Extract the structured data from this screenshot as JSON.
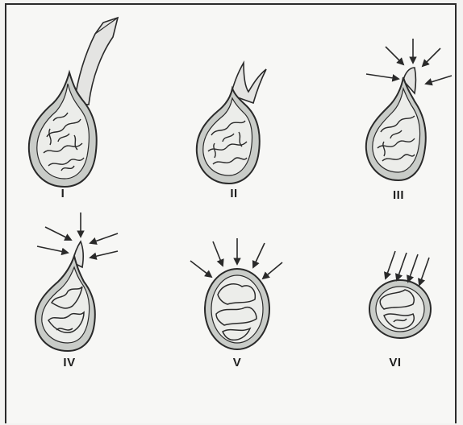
{
  "stages": [
    {
      "label": "I",
      "shape": "tailed",
      "tail": "long-pseudopod",
      "arrows": "none"
    },
    {
      "label": "II",
      "shape": "tailed",
      "tail": "forked",
      "arrows": "none"
    },
    {
      "label": "III",
      "shape": "tailed",
      "tail": "short",
      "arrows": "converging-on-tip"
    },
    {
      "label": "IV",
      "shape": "tailed",
      "tail": "short",
      "arrows": "converging-on-tip"
    },
    {
      "label": "V",
      "shape": "round",
      "tail": "none",
      "arrows": "converging-on-top"
    },
    {
      "label": "VI",
      "shape": "round",
      "tail": "none",
      "arrows": "parallel-from-top"
    }
  ],
  "colors": {
    "outline": "#2a2a2a",
    "cell_fill": "#c9ccc8",
    "inner_fill": "#ecedea",
    "tail_fill": "#e4e4e2",
    "frame": "#2b2b2b"
  }
}
